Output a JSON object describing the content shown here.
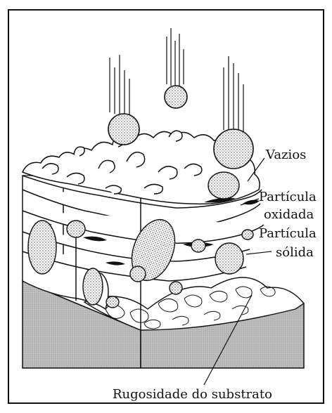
{
  "labels": {
    "vazios": "Vazios",
    "oxidada_line1": "Partícula",
    "oxidada_line2": "oxidada",
    "solida_line1": "Partícula",
    "solida_line2": "sólida",
    "rugosidade": "Rugosidade do substrato"
  },
  "colors": {
    "ink": "#111111",
    "substrate": "#c9c9c9",
    "particle": "#bdbdbd",
    "oxide": "#111111"
  }
}
